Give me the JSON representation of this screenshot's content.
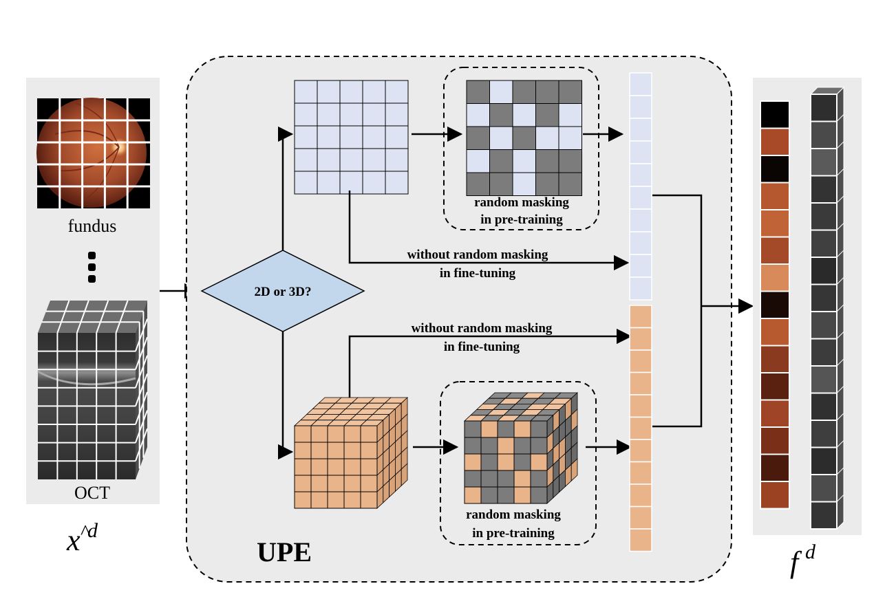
{
  "input_panel": {
    "fundus_label": "fundus",
    "oct_label": "OCT",
    "symbol_base": "x",
    "symbol_hat": "^",
    "symbol_sup": "d"
  },
  "upe": {
    "title": "UPE",
    "decision_label": "2D or 3D?",
    "mask_2d_line1": "random masking",
    "mask_2d_line2": "in pre-training",
    "skip_2d_line1": "without random masking",
    "skip_2d_line2": "in fine-tuning",
    "skip_3d_line1": "without random masking",
    "skip_3d_line2": "in fine-tuning",
    "mask_3d_line1": "random masking",
    "mask_3d_line2": "in pre-training"
  },
  "output_panel": {
    "symbol_base": "f",
    "symbol_sup": "d"
  },
  "colors": {
    "panel_bg": "#ebebeb",
    "patch_2d": "#dde3f2",
    "patch_3d": "#eab48a",
    "masked": "#7c7c7c",
    "decision_fill": "#c3d7ec"
  }
}
